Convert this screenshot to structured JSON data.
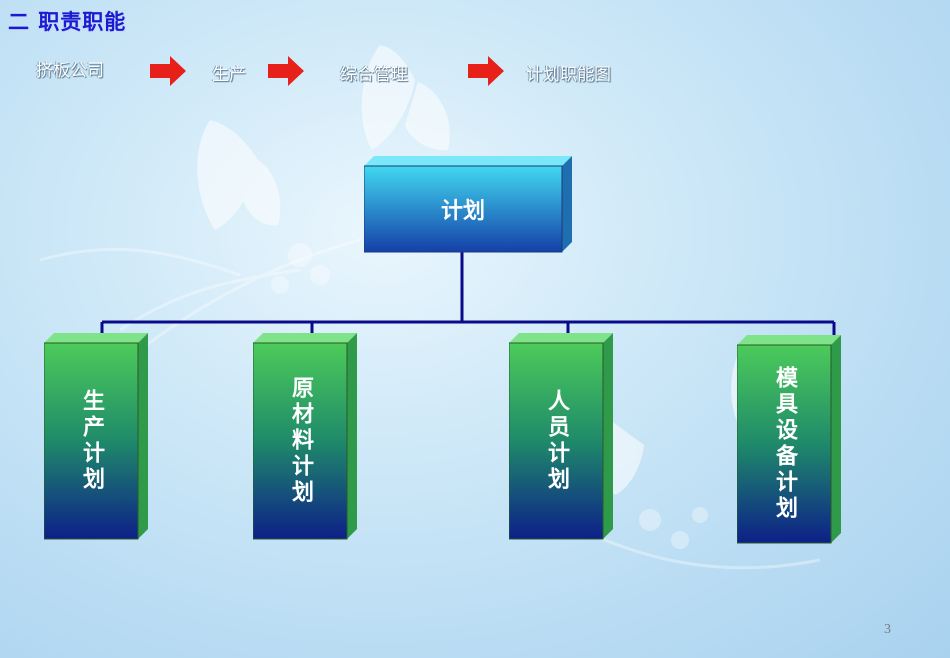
{
  "title": "二 职责职能",
  "breadcrumb": [
    "挤板公司",
    "生产",
    "综合管理",
    "计划职能图"
  ],
  "root": {
    "label": "计划"
  },
  "children": [
    {
      "label": "生产计划"
    },
    {
      "label": "原材料计划"
    },
    {
      "label": "人员计划"
    },
    {
      "label": "模具设备计划"
    }
  ],
  "page_number": "3",
  "colors": {
    "title": "#1a1ad0",
    "arrow": "#e8201a",
    "root_box_top": "#41d8f0",
    "root_box_bottom": "#1540a8",
    "child_box_top": "#4ccb5a",
    "child_box_bottom": "#0d2088",
    "connector": "#0a0a8a"
  }
}
